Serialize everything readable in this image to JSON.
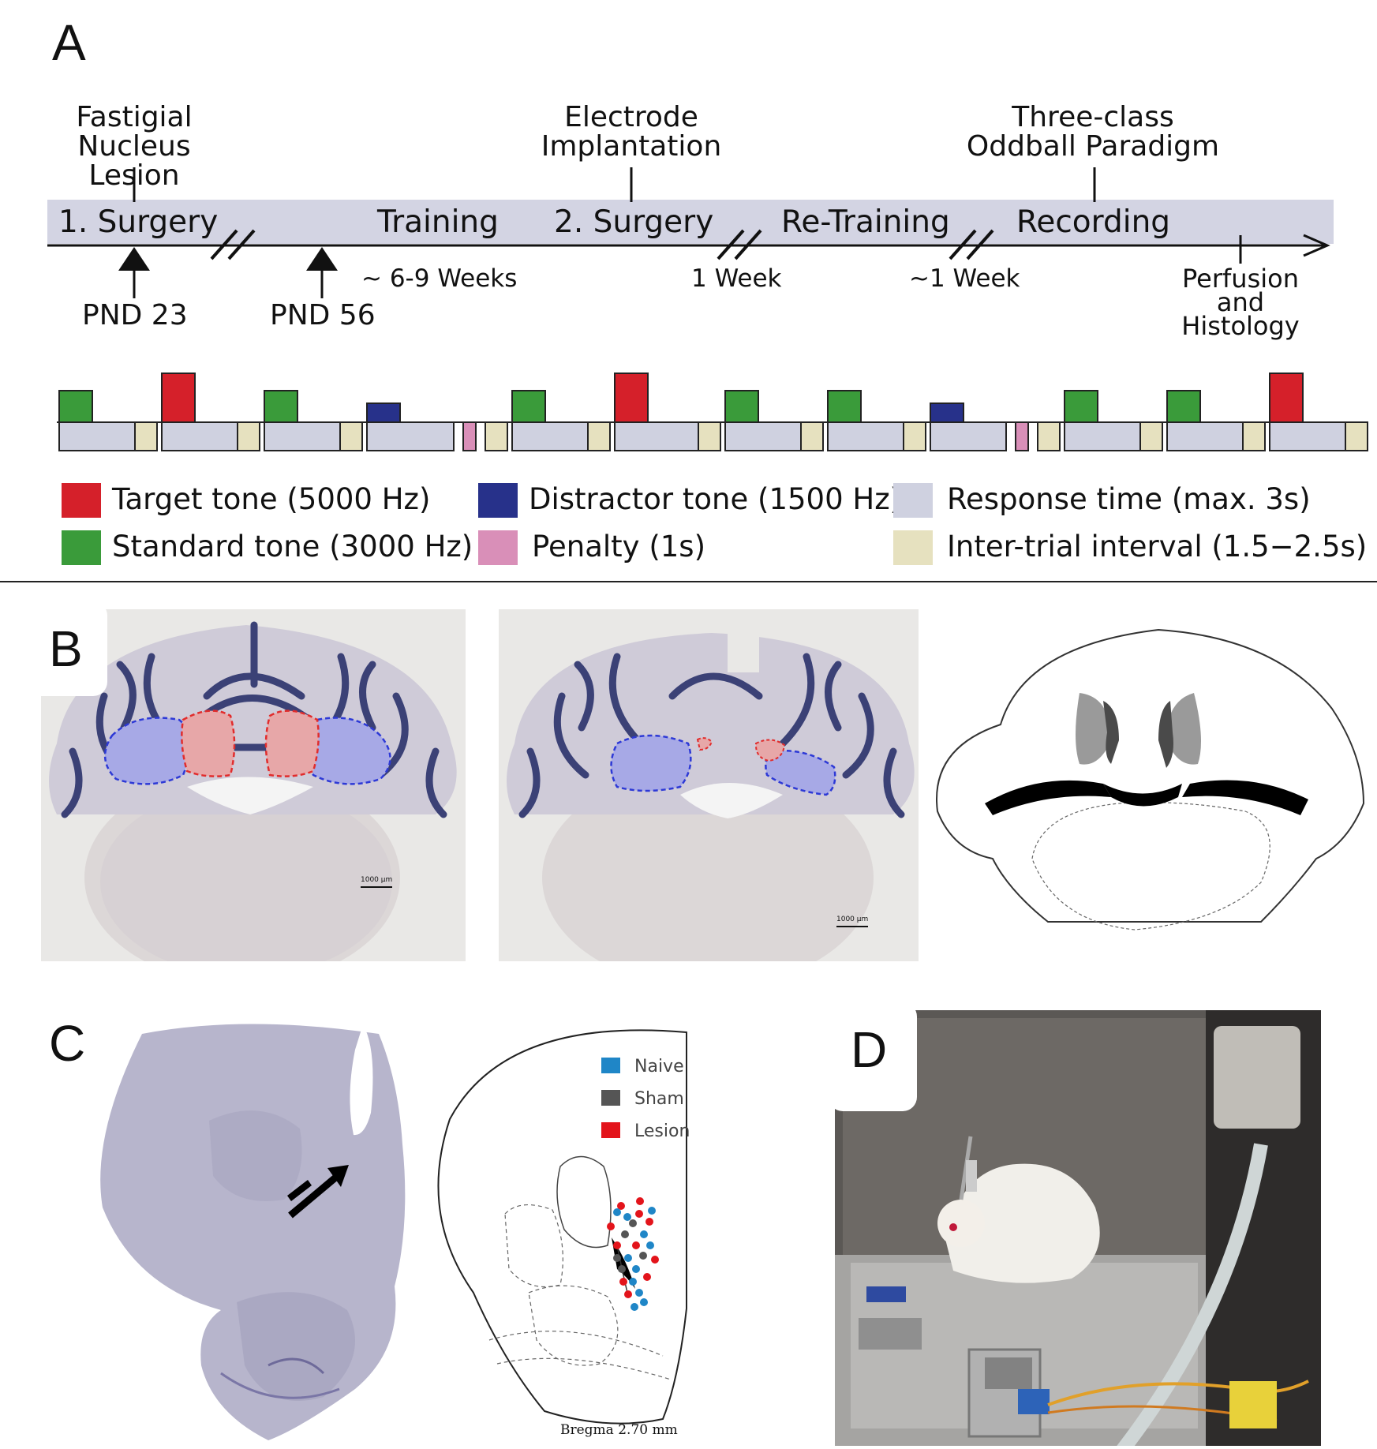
{
  "panel_a": {
    "letter": "A",
    "timeline_phases": {
      "surgery1": "1. Surgery",
      "training": "Training",
      "surgery2": "2. Surgery",
      "retraining": "Re-Training",
      "recording": "Recording"
    },
    "above_labels": {
      "lesion": "Fastigial Nucleus\nLesion",
      "electrode": "Electrode\nImplantation",
      "oddball": "Three-class\nOddball Paradigm"
    },
    "below_labels": {
      "pnd23": "PND 23",
      "pnd56": "PND 56",
      "weeks69": "~ 6-9 Weeks",
      "week1": "1 Week",
      "week1b": "~1 Week",
      "perfusion": "Perfusion\nand\nHistology"
    },
    "trial_sequence": [
      "standard",
      "target",
      "standard",
      "distractor",
      "standard",
      "target",
      "standard",
      "standard",
      "distractor",
      "standard",
      "standard",
      "target"
    ],
    "legend": [
      {
        "label": "Target tone (5000 Hz)",
        "color": "#d5202a"
      },
      {
        "label": "Standard tone (3000 Hz)",
        "color": "#3a9b3a"
      },
      {
        "label": "Distractor tone (1500 Hz)",
        "color": "#27318a"
      },
      {
        "label": "Penalty (1s)",
        "color": "#d98fb8"
      },
      {
        "label": "Response time (max. 3s)",
        "color": "#cfd1e0"
      },
      {
        "label": "Inter-trial interval (1.5−2.5s)",
        "color": "#e6e1bf"
      }
    ]
  },
  "panel_b": {
    "letter": "B",
    "scale_bar_1": "1000 µm",
    "scale_bar_2": "1000 µm"
  },
  "panel_c": {
    "letter": "C",
    "legend": [
      {
        "label": "Naive",
        "color": "#1f86c7"
      },
      {
        "label": "Sham",
        "color": "#555555"
      },
      {
        "label": "Lesion",
        "color": "#e3141b"
      }
    ],
    "bregma": "Bregma 2.70  mm"
  },
  "panel_d": {
    "letter": "D"
  },
  "colors": {
    "timeline_bar": "#d3d4e3",
    "response": "#cfd1e0",
    "iti": "#e6e1bf",
    "target": "#d5202a",
    "standard": "#3a9b3a",
    "distractor": "#27318a",
    "penalty": "#d98fb8",
    "nissl": "#b7b5cc"
  }
}
